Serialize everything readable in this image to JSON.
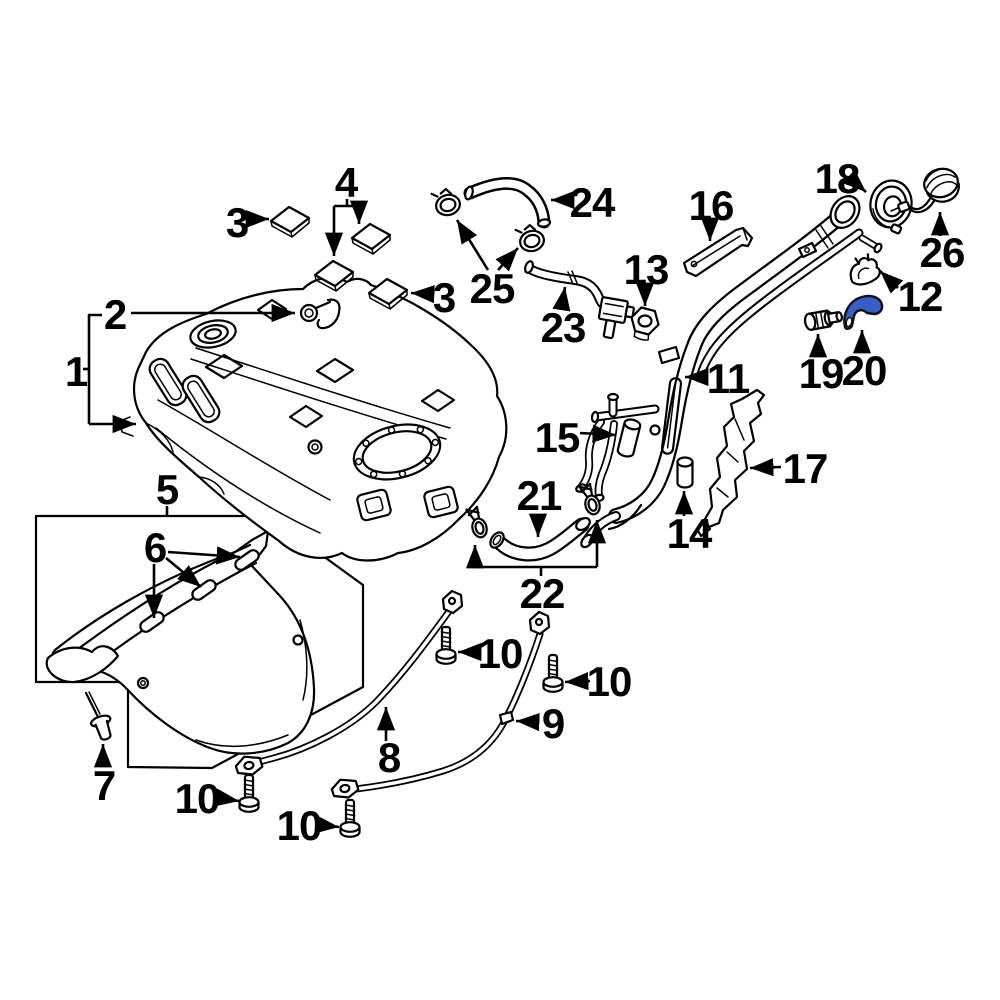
{
  "diagram": {
    "background_color": "#ffffff",
    "line_color": "#000000",
    "highlight_color": "#3a5ec7",
    "highlighted_part_number": "20",
    "callouts": [
      {
        "key": "1",
        "text": "1"
      },
      {
        "key": "2",
        "text": "2"
      },
      {
        "key": "3-upper-pad",
        "text": "3"
      },
      {
        "key": "3-right-pad",
        "text": "3"
      },
      {
        "key": "4",
        "text": "4"
      },
      {
        "key": "5",
        "text": "5"
      },
      {
        "key": "6",
        "text": "6"
      },
      {
        "key": "7",
        "text": "7"
      },
      {
        "key": "8",
        "text": "8"
      },
      {
        "key": "9",
        "text": "9"
      },
      {
        "key": "10-strap8-top",
        "text": "10"
      },
      {
        "key": "10-strap9-top",
        "text": "10"
      },
      {
        "key": "10-strap8-bottom",
        "text": "10"
      },
      {
        "key": "10-strap9-bottom",
        "text": "10"
      },
      {
        "key": "11",
        "text": "11"
      },
      {
        "key": "12",
        "text": "12"
      },
      {
        "key": "13",
        "text": "13"
      },
      {
        "key": "14",
        "text": "14"
      },
      {
        "key": "15",
        "text": "15"
      },
      {
        "key": "16",
        "text": "16"
      },
      {
        "key": "17",
        "text": "17"
      },
      {
        "key": "18",
        "text": "18"
      },
      {
        "key": "19",
        "text": "19"
      },
      {
        "key": "20",
        "text": "20"
      },
      {
        "key": "21",
        "text": "21"
      },
      {
        "key": "22",
        "text": "22"
      },
      {
        "key": "23",
        "text": "23"
      },
      {
        "key": "24",
        "text": "24"
      },
      {
        "key": "25",
        "text": "25"
      },
      {
        "key": "26",
        "text": "26"
      }
    ]
  }
}
